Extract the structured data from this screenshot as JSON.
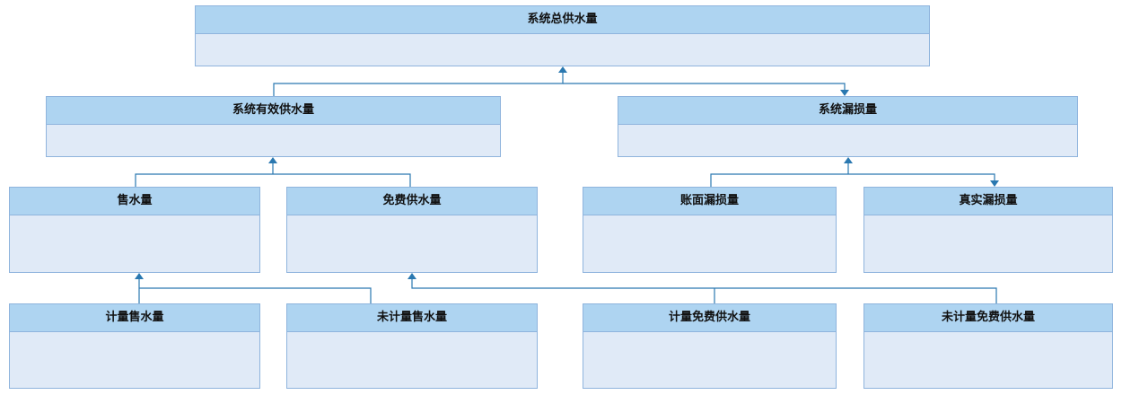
{
  "nodes": {
    "total": "系统总供水量",
    "effective": "系统有效供水量",
    "loss": "系统漏损量",
    "sold": "售水量",
    "free": "免费供水量",
    "book_loss": "账面漏损量",
    "real_loss": "真实漏损量",
    "metered_sold": "计量售水量",
    "unmetered_sold": "未计量售水量",
    "metered_free": "计量免费供水量",
    "unmetered_free": "未计量免费供水量"
  },
  "colors": {
    "header_fill": "#aed4f1",
    "body_fill": "#e0eaf7",
    "border": "#8fb4dd",
    "connector": "#2a78b0"
  }
}
